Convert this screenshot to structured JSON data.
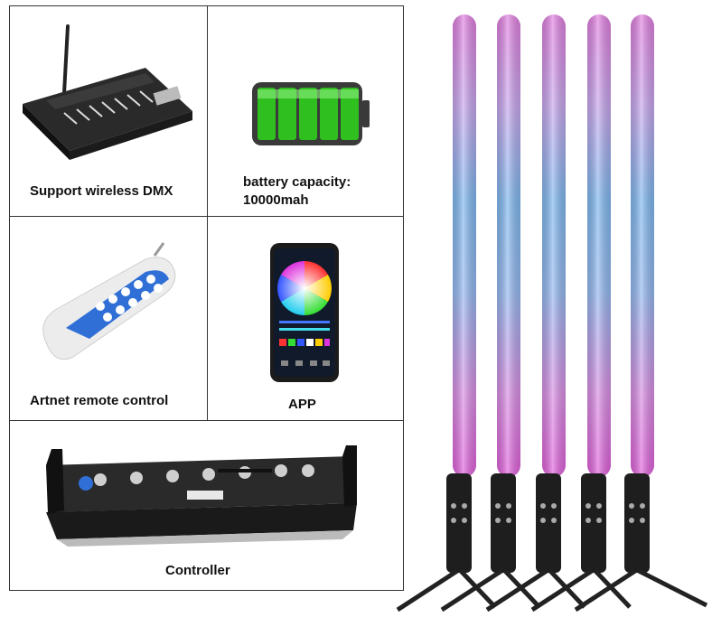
{
  "cells": {
    "dmx": {
      "label": "Support wireless DMX"
    },
    "battery": {
      "label_line1": "battery capacity:",
      "label_line2": "10000mah"
    },
    "remote": {
      "label": "Artnet remote control"
    },
    "app": {
      "label": "APP"
    },
    "controller": {
      "label": "Controller"
    }
  },
  "product": {
    "tube_count": 5
  },
  "colors": {
    "tube_top": "#e27ee0",
    "tube_middle": "#7fb8ef",
    "tube_bottom": "#e15fdc",
    "battery_green": "#2fbf1f",
    "remote_blue": "#2f6fd6"
  }
}
